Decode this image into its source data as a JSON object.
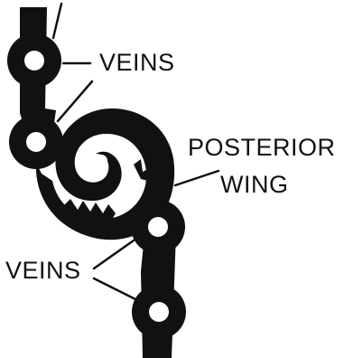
{
  "labels": {
    "veins_top": "VEINS",
    "posterior": "POSTERIOR",
    "wing": "WING",
    "veins_bottom": "VEINS"
  },
  "colors": {
    "ink": "#111111",
    "paper": "#ffffff"
  }
}
